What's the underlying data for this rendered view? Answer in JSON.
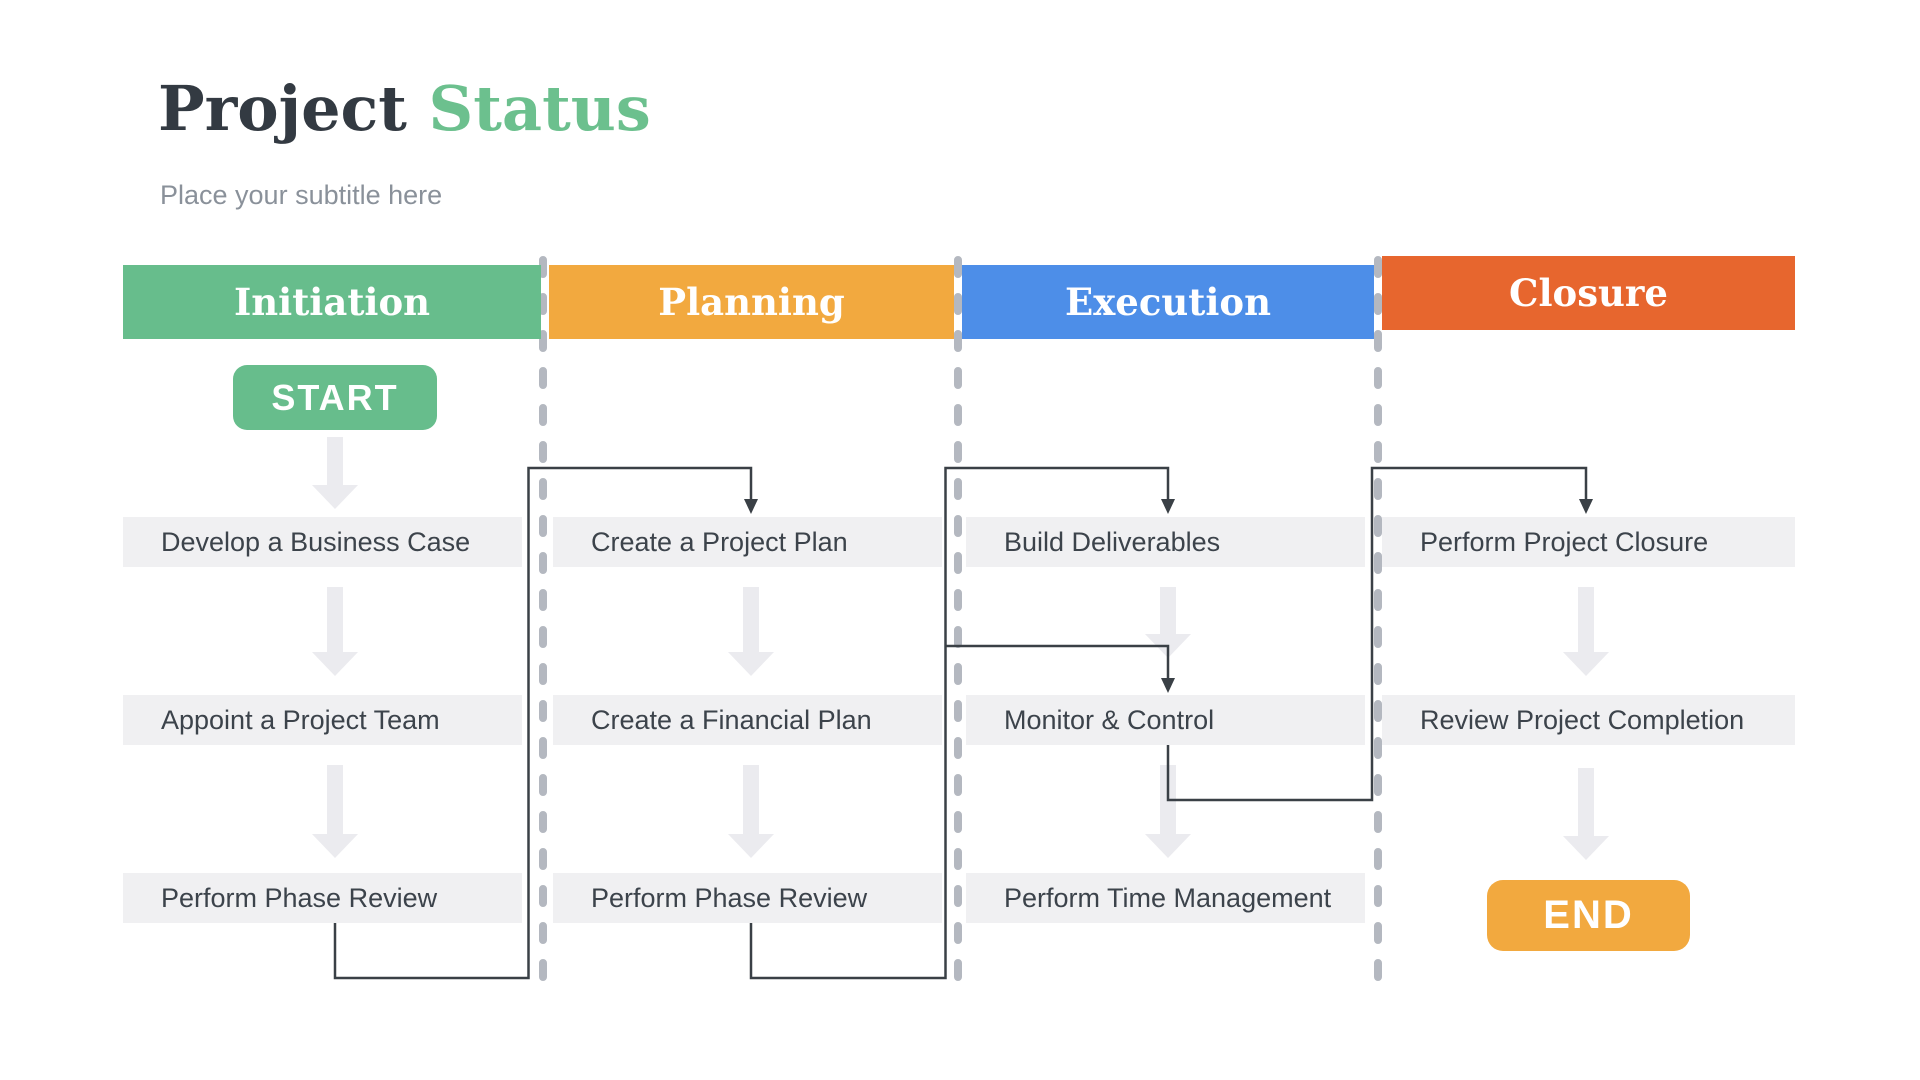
{
  "title": {
    "main": "Project",
    "accent": "Status"
  },
  "subtitle": "Place your subtitle here",
  "start_label": "START",
  "end_label": "END",
  "colors": {
    "initiation_green": "#67BD8C",
    "planning_orange": "#F2A93F",
    "execution_blue": "#4D8EE8",
    "closure_red": "#E7662E",
    "task_band_gray": "#F0F0F2",
    "task_text": "#3C434B",
    "title_dark": "#333A42",
    "title_accent_green": "#6CC08E",
    "subtitle_gray": "#8A919A",
    "flow_arrow_pale": "#EBEBEF",
    "connector_dark": "#3A4046",
    "separator_dash_gray": "#B4B8C0"
  },
  "phases": [
    {
      "label": "Initiation",
      "color": "#67BD8C",
      "tasks": [
        "Develop a Business Case",
        "Appoint a Project Team",
        "Perform Phase Review"
      ]
    },
    {
      "label": "Planning",
      "color": "#F2A93F",
      "tasks": [
        "Create a Project Plan",
        "Create a Financial Plan",
        "Perform Phase Review"
      ]
    },
    {
      "label": "Execution",
      "color": "#4D8EE8",
      "tasks": [
        "Build Deliverables",
        "Monitor & Control",
        "Perform Time Management"
      ]
    },
    {
      "label": "Closure",
      "color": "#E7662E",
      "tasks": [
        "Perform Project Closure",
        "Review Project Completion"
      ]
    }
  ]
}
